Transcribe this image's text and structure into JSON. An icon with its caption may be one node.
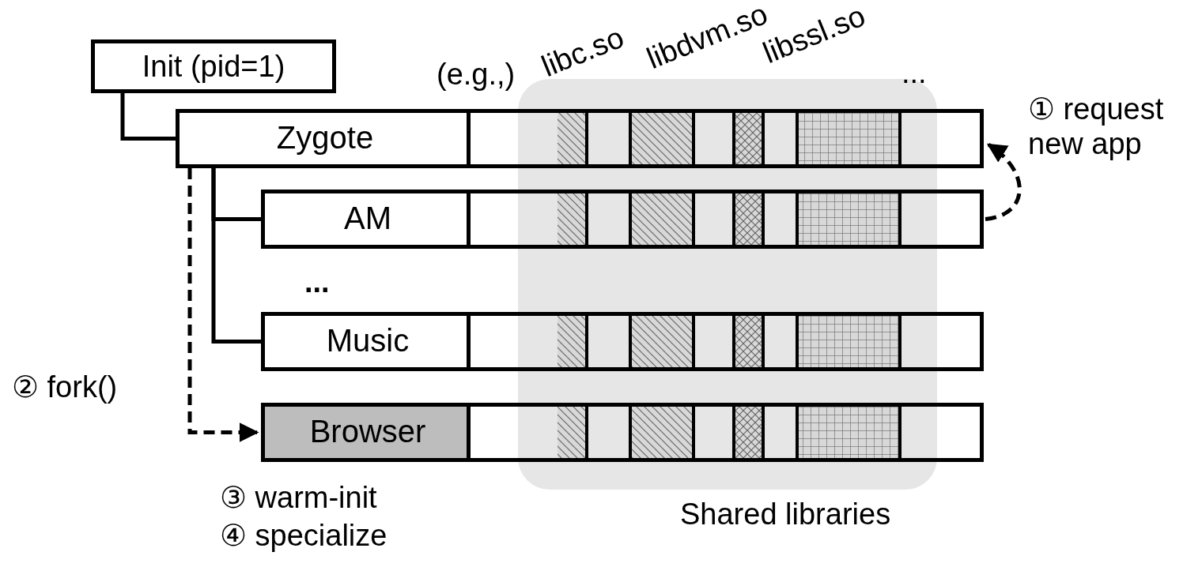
{
  "diagram": {
    "nodes": [
      {
        "text": [
          "Init (pid=1)"
        ]
      },
      {
        "text": [
          "Zygote"
        ]
      },
      {
        "text": [
          "AM"
        ]
      },
      {
        "text": [
          "Music"
        ]
      },
      {
        "text": [
          "Browser"
        ],
        "beside": [
          "③ warm-init",
          "④ specialize"
        ]
      },
      {
        "text": [
          "Shared libraries"
        ]
      }
    ],
    "edges": [
      {
        "from": 0,
        "to": 1,
        "arrow": "none"
      },
      {
        "from": 1,
        "to": 2,
        "arrow": "none"
      },
      {
        "from": 1,
        "to": 3,
        "arrow": "none"
      },
      {
        "from": 1,
        "to": 4,
        "arrow": "to",
        "style": "dashed",
        "label": "② fork()"
      },
      {
        "from": 2,
        "to": 1,
        "arrow": "to",
        "style": "dashed",
        "label": "① request new app"
      }
    ],
    "labels": [
      "(e.g.,)",
      "libc.so",
      "libdvm.so",
      "libssl.so",
      "...",
      "..."
    ]
  }
}
